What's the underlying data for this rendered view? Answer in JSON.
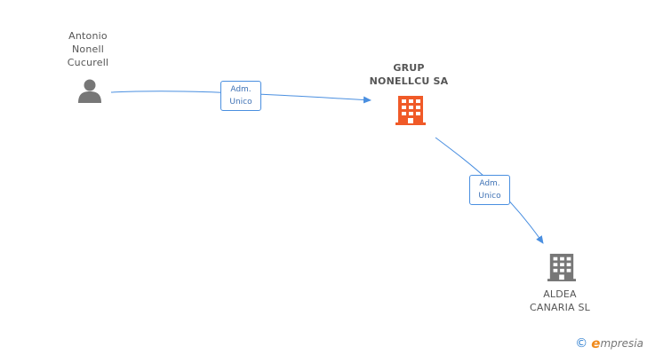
{
  "nodes": {
    "person": {
      "label": "Antonio\nNonell\nCucurell",
      "icon": "person-icon",
      "color": "#777777"
    },
    "main_company": {
      "label": "GRUP\nNONELLCU SA",
      "icon": "building-icon",
      "color": "#f05a28"
    },
    "sub_company": {
      "label": "ALDEA\nCANARIA SL",
      "icon": "building-icon",
      "color": "#777777"
    }
  },
  "edges": [
    {
      "from": "person",
      "to": "main_company",
      "label": "Adm.\nUnico"
    },
    {
      "from": "main_company",
      "to": "sub_company",
      "label": "Adm.\nUnico"
    }
  ],
  "edge_color": "#4a8fe0",
  "brand": {
    "symbol": "©",
    "initial": "e",
    "rest": "mpresia"
  }
}
